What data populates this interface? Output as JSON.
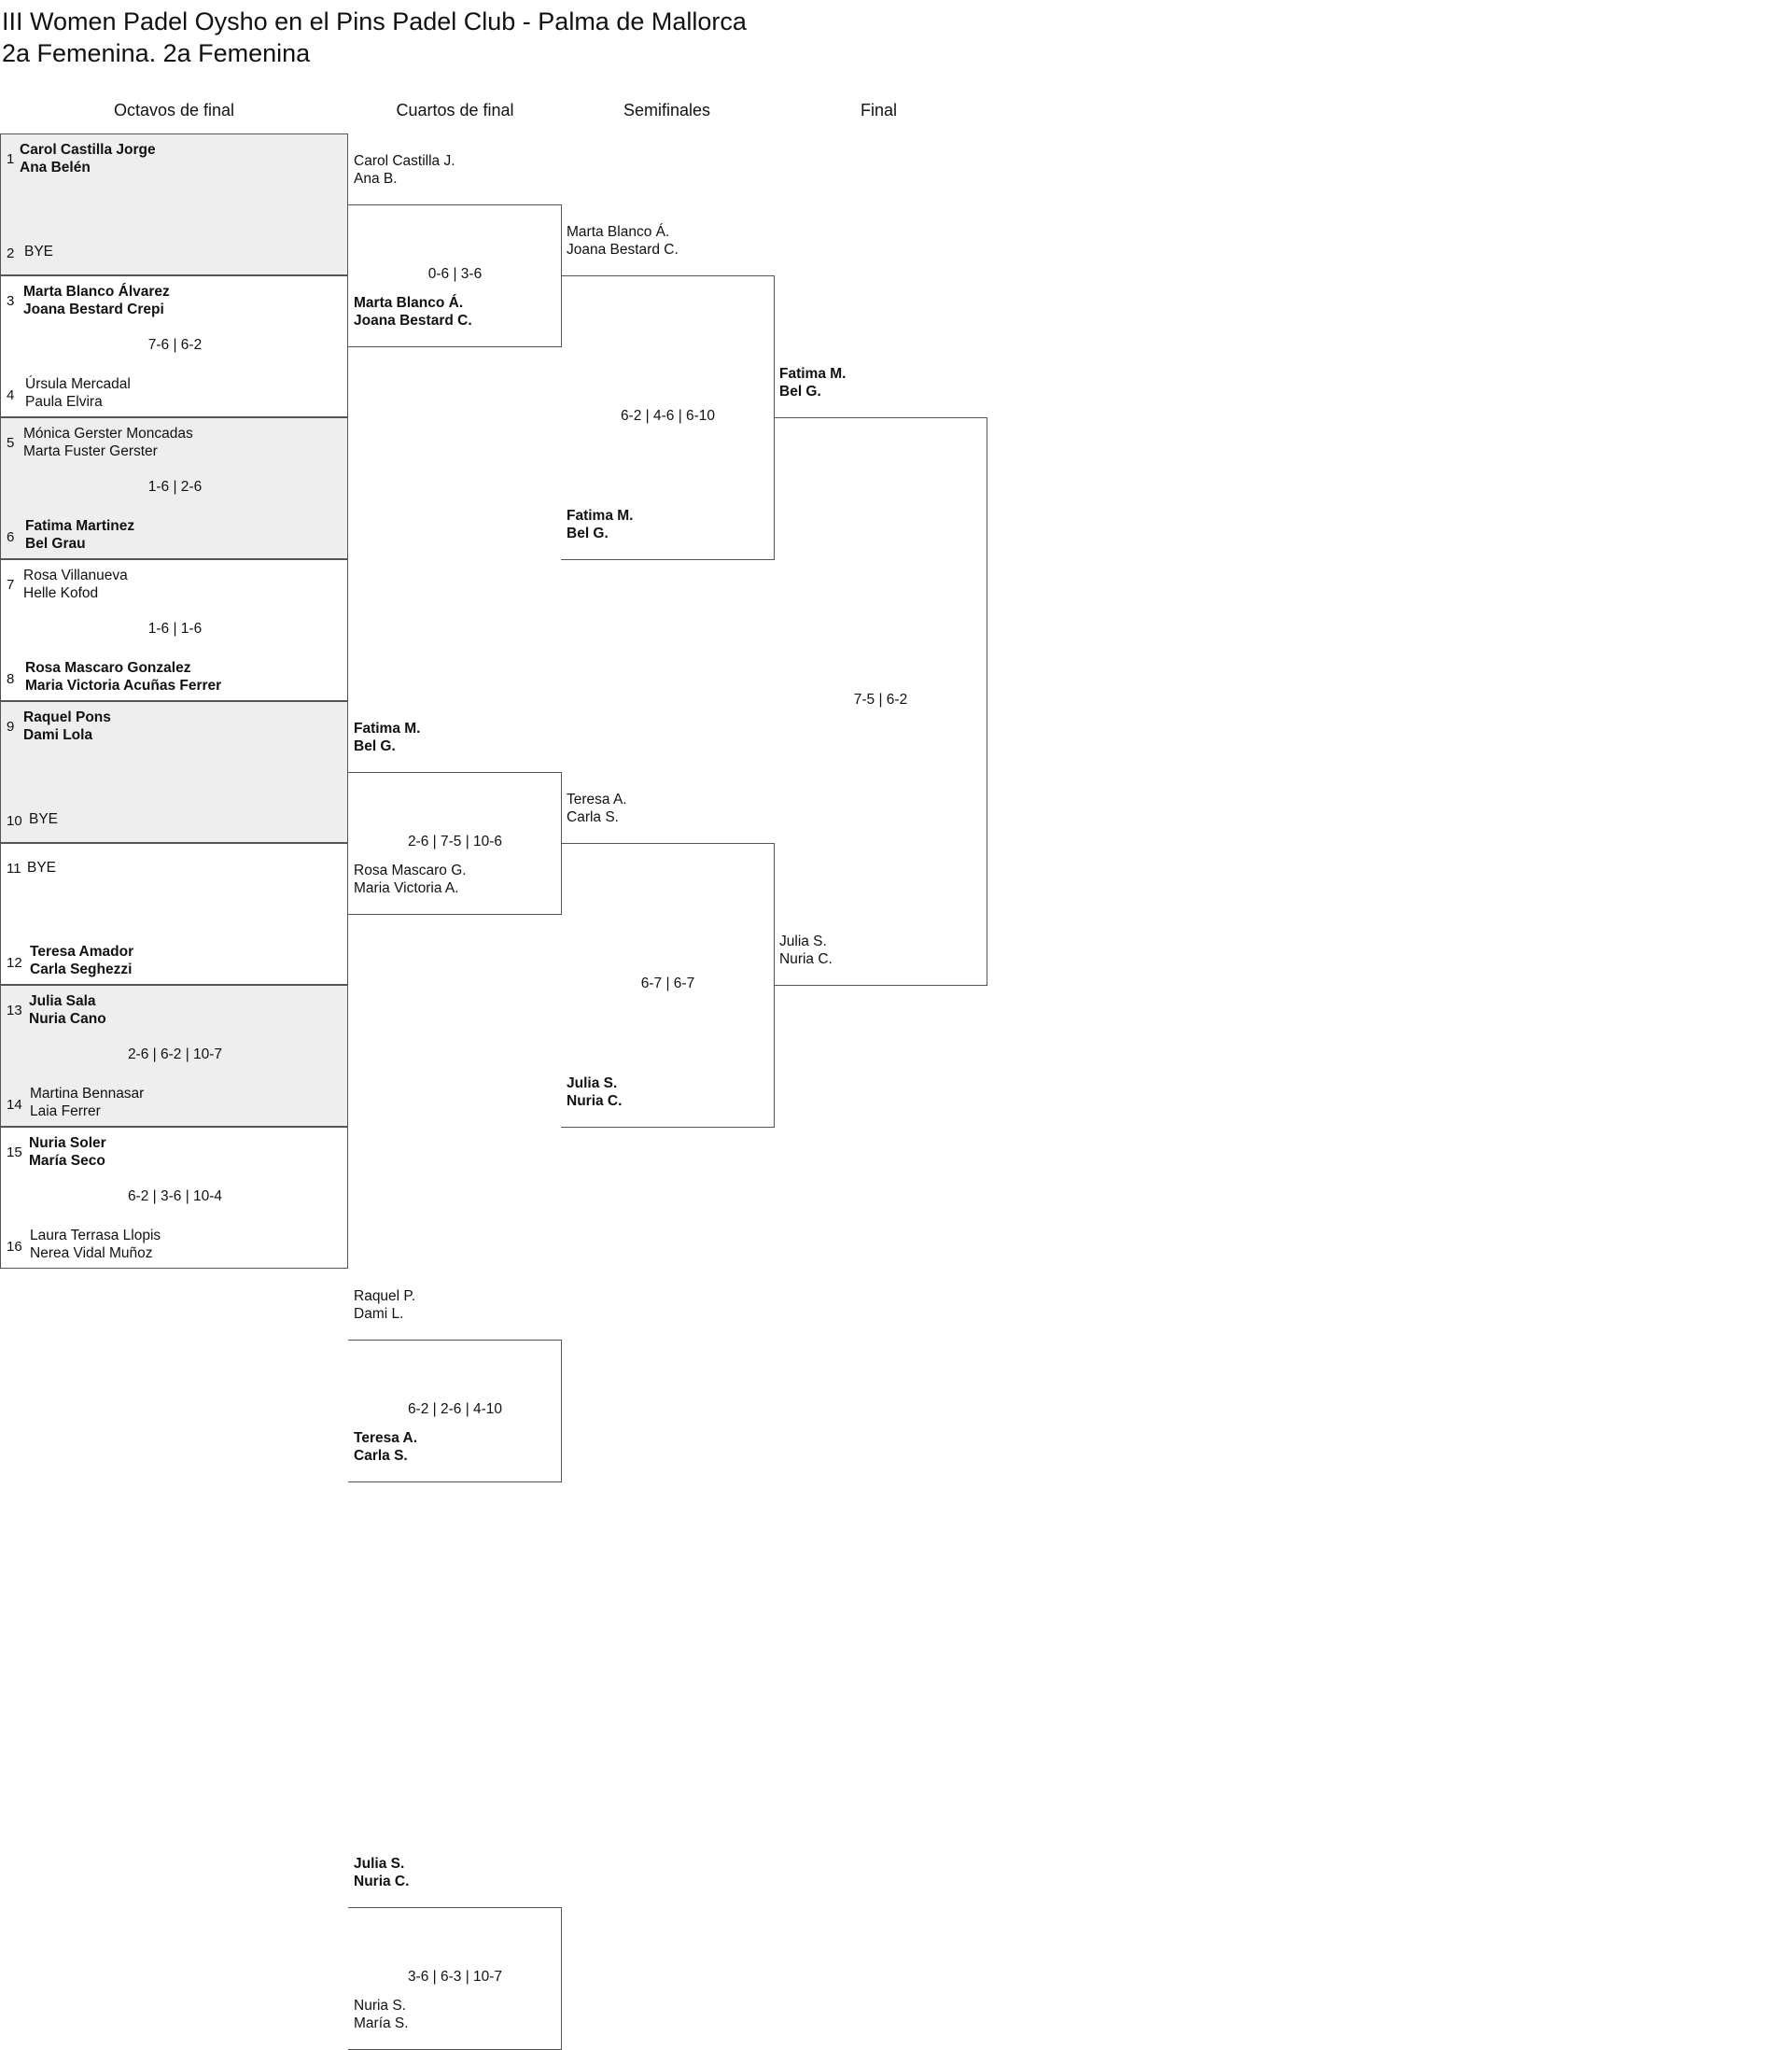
{
  "header": {
    "title": "III Women Padel Oysho en el Pins Padel Club - Palma de Mallorca",
    "subtitle": "2a Femenina. 2a Femenina"
  },
  "rounds": [
    "Octavos de final",
    "Cuartos de final",
    "Semifinales",
    "Final"
  ],
  "r16": [
    {
      "seed_a": "1",
      "pair_a": [
        "Carol Castilla Jorge",
        "Ana Belén"
      ],
      "seed_b": "2",
      "pair_b": [
        "BYE"
      ],
      "score": "",
      "winner": "a"
    },
    {
      "seed_a": "3",
      "pair_a": [
        "Marta Blanco Álvarez",
        "Joana Bestard Crepi"
      ],
      "seed_b": "4",
      "pair_b": [
        "Úrsula Mercadal",
        "Paula Elvira"
      ],
      "score": "7-6 | 6-2",
      "winner": "a"
    },
    {
      "seed_a": "5",
      "pair_a": [
        "Mónica Gerster Moncadas",
        "Marta Fuster Gerster"
      ],
      "seed_b": "6",
      "pair_b": [
        "Fatima Martinez",
        "Bel Grau"
      ],
      "score": "1-6 | 2-6",
      "winner": "b"
    },
    {
      "seed_a": "7",
      "pair_a": [
        "Rosa Villanueva",
        "Helle Kofod"
      ],
      "seed_b": "8",
      "pair_b": [
        "Rosa Mascaro Gonzalez",
        "Maria Victoria Acuñas Ferrer"
      ],
      "score": "1-6 | 1-6",
      "winner": "b"
    },
    {
      "seed_a": "9",
      "pair_a": [
        "Raquel Pons",
        "Dami Lola"
      ],
      "seed_b": "10",
      "pair_b": [
        "BYE"
      ],
      "score": "",
      "winner": "a"
    },
    {
      "seed_a": "11",
      "pair_a": [
        "BYE"
      ],
      "seed_b": "12",
      "pair_b": [
        "Teresa Amador",
        "Carla Seghezzi"
      ],
      "score": "",
      "winner": "b"
    },
    {
      "seed_a": "13",
      "pair_a": [
        "Julia Sala",
        "Nuria Cano"
      ],
      "seed_b": "14",
      "pair_b": [
        "Martina Bennasar",
        "Laia Ferrer"
      ],
      "score": "2-6 | 6-2 | 10-7",
      "winner": "a"
    },
    {
      "seed_a": "15",
      "pair_a": [
        "Nuria Soler",
        "María Seco"
      ],
      "seed_b": "16",
      "pair_b": [
        "Laura Terrasa Llopis",
        "Nerea Vidal Muñoz"
      ],
      "score": "6-2 | 3-6 | 10-4",
      "winner": "a"
    }
  ],
  "qf": [
    {
      "pair_a": [
        "Carol Castilla J.",
        "Ana B."
      ],
      "pair_b": [
        "Marta Blanco Á.",
        "Joana Bestard C."
      ],
      "score": "0-6 | 3-6",
      "winner": "b"
    },
    {
      "pair_a": [
        "Fatima M.",
        "Bel G."
      ],
      "pair_b": [
        "Rosa Mascaro G.",
        "Maria Victoria A."
      ],
      "score": "2-6 | 7-5 | 10-6",
      "winner": "a"
    },
    {
      "pair_a": [
        "Raquel P.",
        "Dami L."
      ],
      "pair_b": [
        "Teresa A.",
        "Carla S."
      ],
      "score": "6-2 | 2-6 | 4-10",
      "winner": "b"
    },
    {
      "pair_a": [
        "Julia S.",
        "Nuria C."
      ],
      "pair_b": [
        "Nuria S.",
        "María S."
      ],
      "score": "3-6 | 6-3 | 10-7",
      "winner": "a"
    }
  ],
  "sf": [
    {
      "pair_a": [
        "Marta Blanco Á.",
        "Joana Bestard C."
      ],
      "pair_b": [
        "Fatima M.",
        "Bel G."
      ],
      "score": "6-2 | 4-6 | 6-10",
      "winner": "b"
    },
    {
      "pair_a": [
        "Teresa A.",
        "Carla S."
      ],
      "pair_b": [
        "Julia S.",
        "Nuria C."
      ],
      "score": "6-7 | 6-7",
      "winner": "b"
    }
  ],
  "final": {
    "pair_a": [
      "Fatima M.",
      "Bel G."
    ],
    "pair_b": [
      "Julia S.",
      "Nuria C."
    ],
    "score": "7-5 | 6-2",
    "winner": "a"
  }
}
